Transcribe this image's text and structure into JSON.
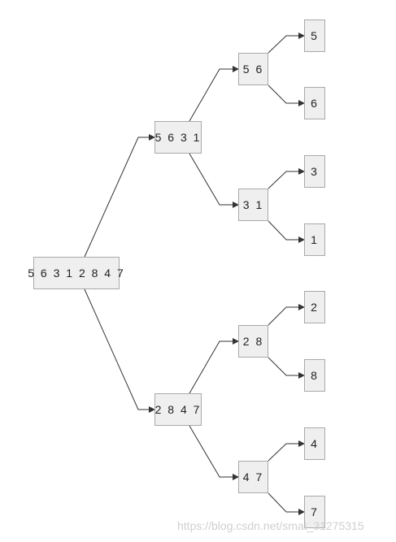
{
  "nodes": {
    "root": "5 6 3 1 2 8 4 7",
    "left": "5 6 3 1",
    "right": "2 8 4 7",
    "left_left": "5 6",
    "left_right": "3 1",
    "right_left": "2 8",
    "right_right": "4 7",
    "leaf_5": "5",
    "leaf_6": "6",
    "leaf_3": "3",
    "leaf_1": "1",
    "leaf_2": "2",
    "leaf_8": "8",
    "leaf_4": "4",
    "leaf_7": "7"
  },
  "colors": {
    "node_fill": "#efefef",
    "node_border": "#a9a9a9",
    "edge": "#333333",
    "watermark": "#cfcfcf"
  },
  "watermark": "https://blog.csdn.net/smat_31275315"
}
